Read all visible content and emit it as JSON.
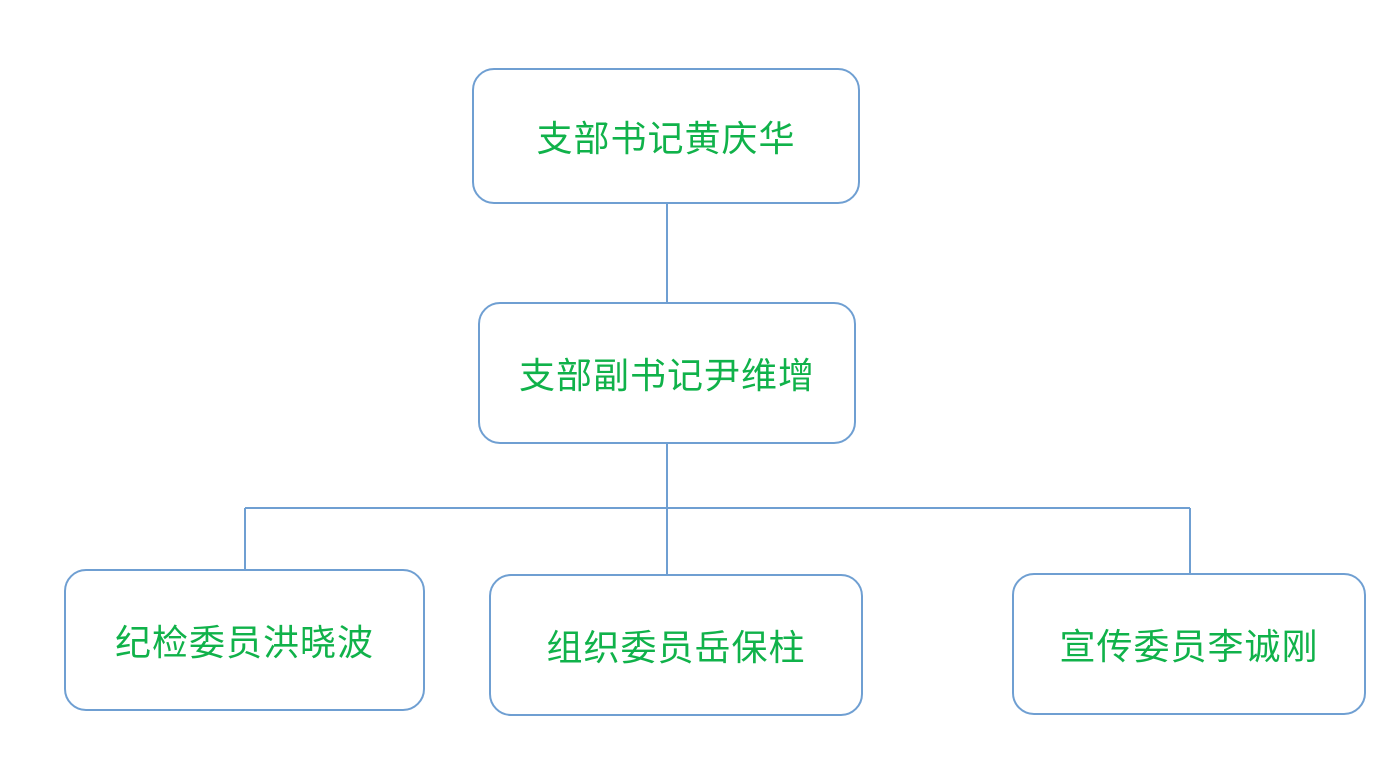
{
  "chart": {
    "nodes": {
      "secretary": "支部书记黄庆华",
      "deputy_secretary": "支部副书记尹维增",
      "discipline_member": "纪检委员洪晓波",
      "organization_member": "组织委员岳保柱",
      "propaganda_member": "宣传委员李诚刚"
    },
    "colors": {
      "text": "#10b24a",
      "border": "#6f9fd2",
      "connector": "#6f9fd2"
    }
  }
}
